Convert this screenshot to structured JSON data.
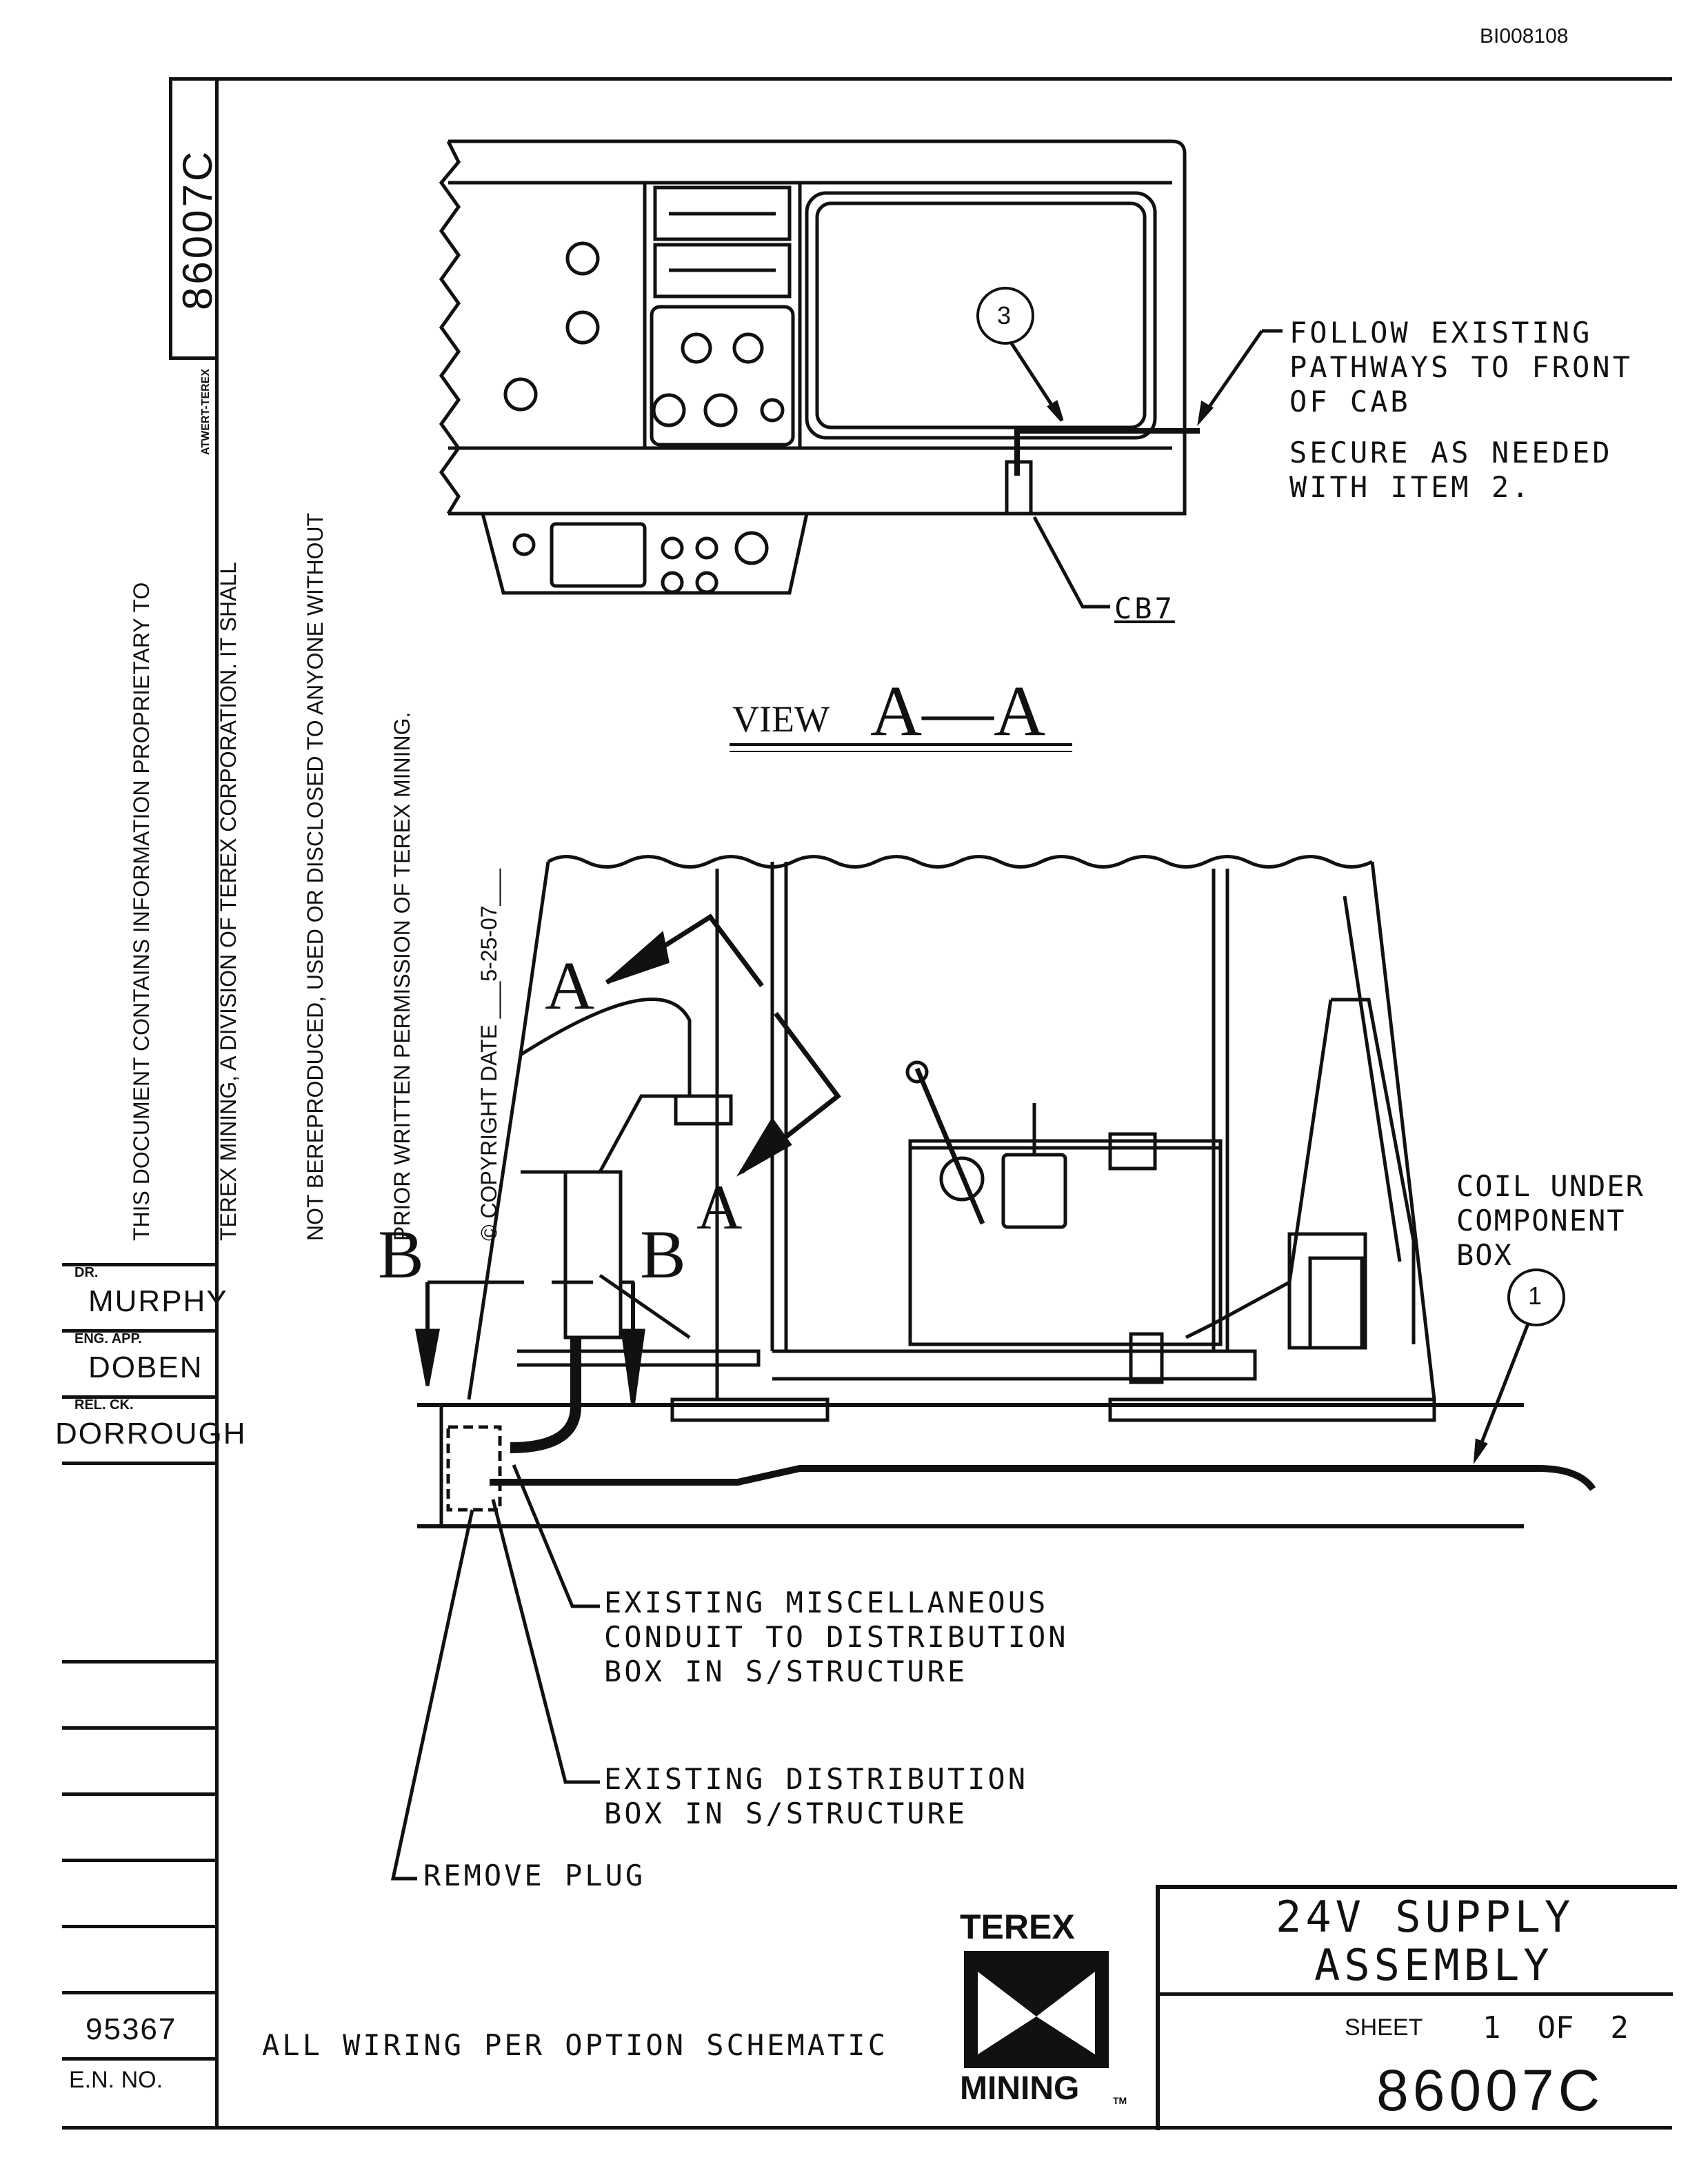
{
  "doc_id": "BI008108",
  "drawing_number_vertical": "86007C",
  "sheet_label_small": "ATWERT-TEREX",
  "proprietary_notice": {
    "lines": [
      "THIS DOCUMENT CONTAINS INFORMATION PROPRIETARY TO",
      "TEREX MINING, A DIVISION OF TEREX CORPORATION. IT SHALL",
      "NOT BEREPRODUCED, USED OR DISCLOSED TO ANYONE WITHOUT",
      "PRIOR WRITTEN PERMISSION OF TEREX MINING.",
      "© COPYRIGHT DATE ___5-25-07___"
    ]
  },
  "title_block": {
    "dr_label": "DR.",
    "dr_name": "MURPHY",
    "eng_app_label": "ENG. APP.",
    "eng_app_name": "DOBEN",
    "rel_ck_label": "REL. CK.",
    "rel_ck_name": "DORROUGH",
    "en_number": "95367",
    "en_label": "E.N. NO.",
    "title_line1": "24V SUPPLY",
    "title_line2": "ASSEMBLY",
    "sheet_label": "SHEET",
    "sheet_value": "1  OF  2",
    "drawing_number": "86007C",
    "logo_top": "TEREX",
    "logo_bottom": "MINING",
    "logo_tm": "TM"
  },
  "view_aa": {
    "view_word": "VIEW",
    "view_letters": "A—A",
    "callout_3": "3",
    "note_follow": [
      "FOLLOW EXISTING",
      "PATHWAYS TO FRONT",
      "OF CAB"
    ],
    "note_secure": [
      "SECURE AS NEEDED",
      "WITH ITEM 2."
    ],
    "cb7": "CB7"
  },
  "main_view": {
    "section_a": "A",
    "section_b": "B",
    "callout_1": "1",
    "note_coil": [
      "COIL UNDER",
      "COMPONENT",
      "BOX"
    ],
    "note_conduit": [
      "EXISTING MISCELLANEOUS",
      "CONDUIT TO DISTRIBUTION",
      "BOX IN S/STRUCTURE"
    ],
    "note_distbox": [
      "EXISTING DISTRIBUTION",
      "BOX IN S/STRUCTURE"
    ],
    "note_plug": "REMOVE PLUG",
    "note_wiring": "ALL WIRING PER OPTION SCHEMATIC"
  }
}
